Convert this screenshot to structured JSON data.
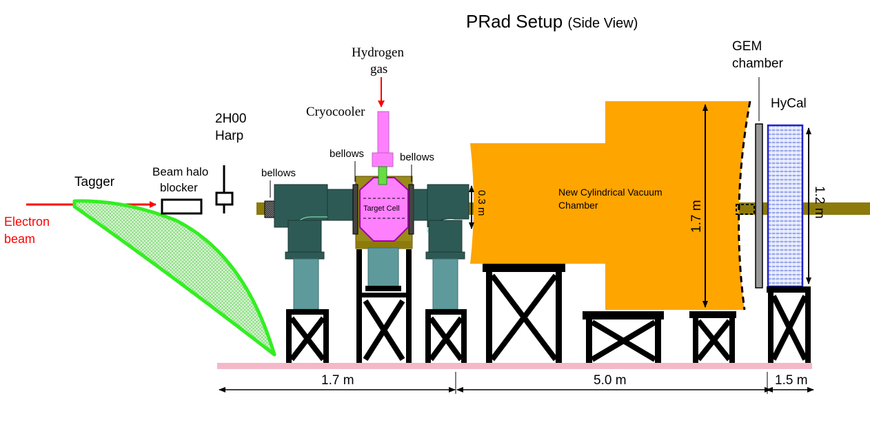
{
  "title": {
    "main": "PRad Setup",
    "sub": "(Side View)"
  },
  "labels": {
    "electron_beam_line1": "Electron",
    "electron_beam_line2": "beam",
    "tagger": "Tagger",
    "halo_line1": "Beam halo",
    "halo_line2": "blocker",
    "harp_line1": "2H00",
    "harp_line2": "Harp",
    "bellows_left": "bellows",
    "bellows_mid": "bellows",
    "bellows_right": "bellows",
    "cryocooler": "Cryocooler",
    "hydrogen_line1": "Hydrogen",
    "hydrogen_line2": "gas",
    "target_cell": "Target Cell",
    "chamber_line1": "New Cylindrical Vacuum",
    "chamber_line2": "Chamber",
    "gem_line1": "GEM",
    "gem_line2": "chamber",
    "hycal": "HyCal"
  },
  "dimensions": {
    "beampipe_height": "0.3 m",
    "chamber_height": "1.7 m",
    "hycal_height": "1.2 m",
    "section_1": "1.7 m",
    "section_2": "5.0 m",
    "section_3": "1.5 m"
  },
  "colors": {
    "beam_arrow": "#ff0000",
    "electron_text": "#ff0000",
    "tagger_green": "#33ee22",
    "beampipe_olive": "#8c7a0c",
    "pipe_dark": "#2e5a55",
    "leg_teal": "#5e9a9b",
    "chamber_orange": "#ffa500",
    "target_pink": "#ff80ff",
    "floor_pink": "#f4b8c8",
    "hycal_blue": "#2222cc",
    "gem_gray": "#999999"
  }
}
